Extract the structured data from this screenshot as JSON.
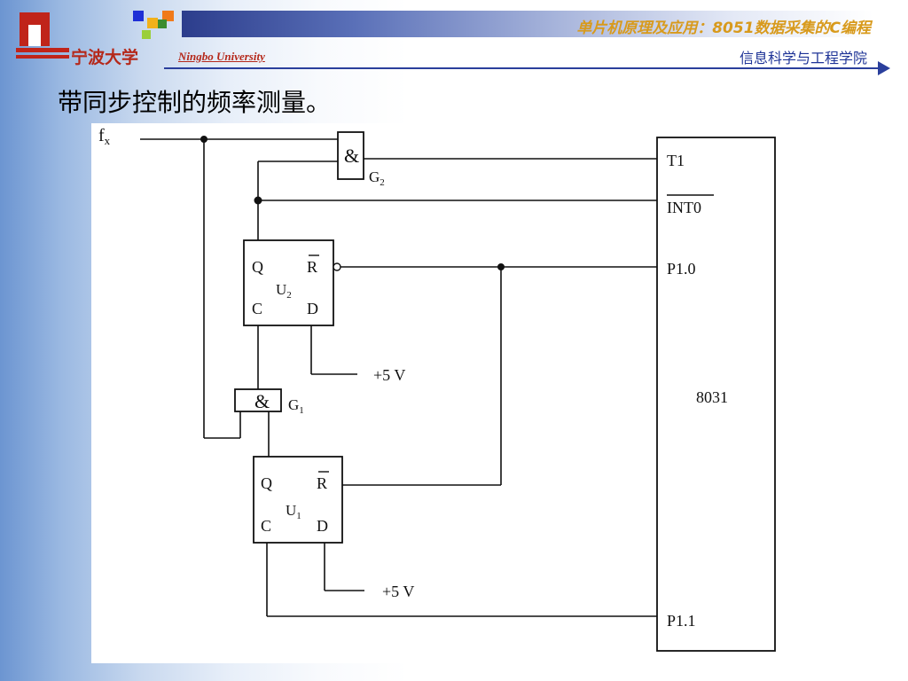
{
  "header": {
    "course_title": "单片机原理及应用：8051数据采集的C编程",
    "department": "信息科学与工程学院",
    "university_cn": "宁波大学",
    "university_en": "Ningbo University"
  },
  "slide": {
    "title": "带同步控制的频率测量。"
  },
  "diagram": {
    "input_label": "fx",
    "gate2": {
      "symbol": "&",
      "name": "G2"
    },
    "gate1": {
      "symbol": "&",
      "name": "G1"
    },
    "ff_u2": {
      "q": "Q",
      "r": "R",
      "c": "C",
      "d": "D",
      "name": "U2"
    },
    "ff_u1": {
      "q": "Q",
      "r": "R",
      "c": "C",
      "d": "D",
      "name": "U1"
    },
    "supply_top": "+5 V",
    "supply_bottom": "+5 V",
    "mcu": {
      "name": "8031",
      "pin_t1": "T1",
      "pin_int0": "INT0",
      "pin_p10": "P1.0",
      "pin_p11": "P1.1"
    }
  },
  "colors": {
    "accent_blue": "#2a3f9c",
    "brand_red": "#b5281a",
    "gold": "#d89a1c"
  }
}
